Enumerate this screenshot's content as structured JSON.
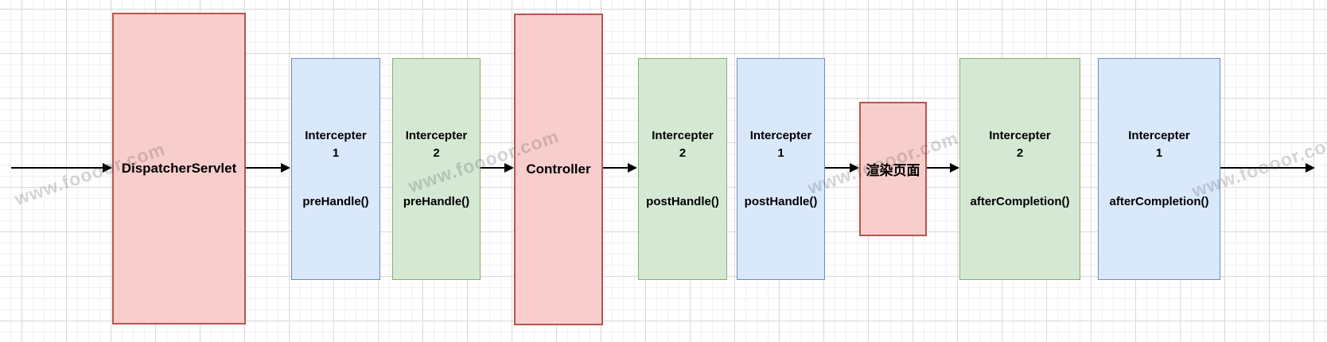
{
  "diagram": {
    "watermark": "www.foooor.com",
    "colors": {
      "red_fill": "#F8CECC",
      "red_stroke": "#B85450",
      "blue_fill": "#DAE8FC",
      "blue_stroke": "#6C8EBF",
      "green_fill": "#D5E8D4",
      "green_stroke": "#82B366",
      "arrow": "#000000",
      "grid_major": "#d9d9de",
      "grid_minor": "#f1f1f5"
    },
    "nodes": [
      {
        "label": "DispatcherServlet",
        "color": "red"
      },
      {
        "title": "Intercepter",
        "num": "1",
        "method": "preHandle()",
        "color": "blue"
      },
      {
        "title": "Intercepter",
        "num": "2",
        "method": "preHandle()",
        "color": "green"
      },
      {
        "label": "Controller",
        "color": "red"
      },
      {
        "title": "Intercepter",
        "num": "2",
        "method": "postHandle()",
        "color": "green"
      },
      {
        "title": "Intercepter",
        "num": "1",
        "method": "postHandle()",
        "color": "blue"
      },
      {
        "label": "渲染页面",
        "color": "red"
      },
      {
        "title": "Intercepter",
        "num": "2",
        "method": "afterCompletion()",
        "color": "green"
      },
      {
        "title": "Intercepter",
        "num": "1",
        "method": "afterCompletion()",
        "color": "blue"
      }
    ]
  }
}
